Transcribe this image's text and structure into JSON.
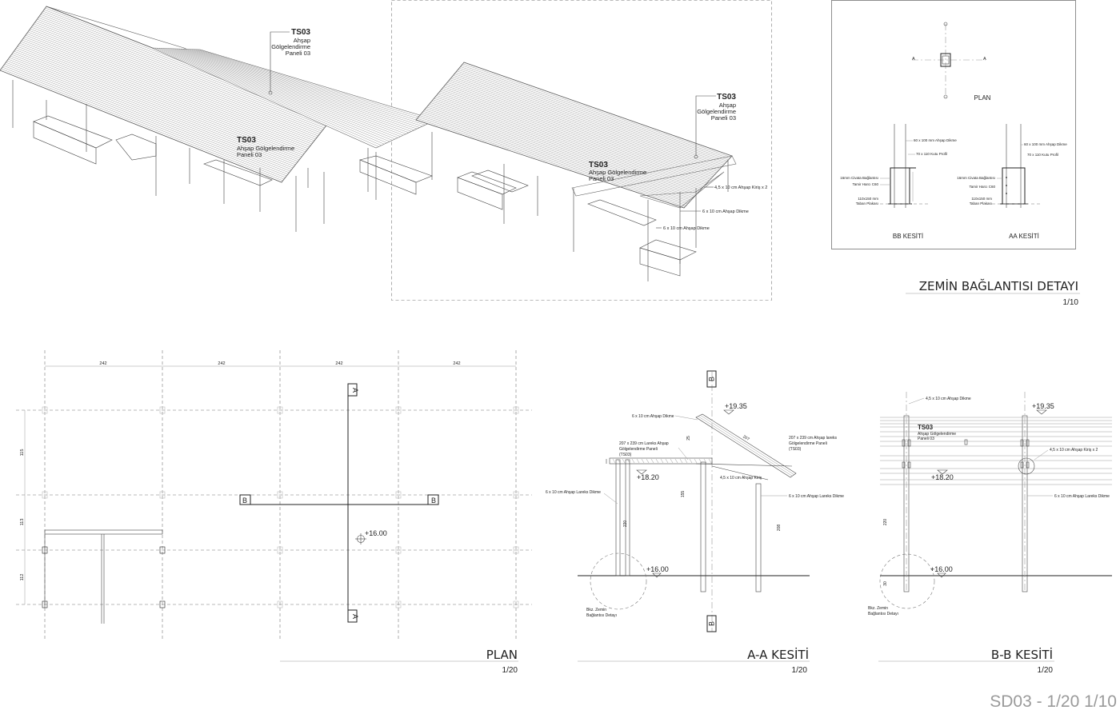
{
  "sheet": {
    "code": "SD03 -  1/20  1/10"
  },
  "perspective": {
    "labels": [
      {
        "code": "TS03",
        "lines": [
          "Ahşap",
          "Gölgelendirme",
          "Paneli 03"
        ]
      },
      {
        "code": "TS03",
        "lines": [
          "Ahşap Gölgelendirme",
          "Paneli 03"
        ]
      },
      {
        "code": "TS03",
        "lines": [
          "Ahşap",
          "Gölgelendirme",
          "Paneli 03"
        ]
      },
      {
        "code": "TS03",
        "lines": [
          "Ahşap Gölgelendirme",
          "Paneli 03"
        ]
      }
    ],
    "notes": [
      "4,5 x 10 cm Ahşap Kiriş x 2",
      "6 x 10 cm Ahşap Dikme",
      "6 x 10 cm Ahşap Dikme"
    ]
  },
  "detail": {
    "title": "ZEMİN BAĞLANTISI DETAYI",
    "scale": "1/10",
    "plan_label": "PLAN",
    "axis": "A",
    "bb": {
      "label": "BB KESİTİ",
      "notes": [
        "60 x 100 mm Ahşap Dikme",
        "70 x 110 Kutu Profil",
        "16mm Civata Bağlantısı",
        "Tamir Harcı C60",
        "110x150 mm",
        "Taban Plakası"
      ]
    },
    "aa": {
      "label": "AA KESİTİ",
      "notes": [
        "60 x 100 mm Ahşap Dikme",
        "70 x 110 Kutu Profil",
        "16mm Civata Bağlantısı",
        "Tamir Harcı C60",
        "110x150 mm",
        "Taban Plakası"
      ]
    }
  },
  "plan": {
    "title": "PLAN",
    "scale": "1/20",
    "dims_top": [
      "242",
      "242",
      "242",
      "242"
    ],
    "dims_left": [
      "115",
      "113",
      "112"
    ],
    "section_a": "A",
    "section_b": "B",
    "level": "+16.00"
  },
  "aa_section": {
    "title": "A-A KESİTİ",
    "scale": "1/20",
    "marker": "B",
    "level_top": "+19.35",
    "level_mid": "+18.20",
    "level_ground": "+16.00",
    "notes": {
      "post_top": "6 x 10 cm Ahşap Dikme",
      "panel_left": [
        "207 x 239 cm Lareks Ahşap",
        "Gölgelendirme Paneli",
        "(TS03)"
      ],
      "panel_right": [
        "207 x 239 cm Ahşap lareks",
        "Gölgelendirme Paneli",
        "(TS03)"
      ],
      "beam": "4,5 x 10 cm Ahşap Kiriş",
      "post_left": "6 x 10 cm Ahşap Lareks Dikme",
      "post_right": "6 x 10 cm Ahşap Lareks Dikme",
      "ref": [
        "Bkz. Zemin",
        "Bağlantısı Detayı"
      ]
    },
    "dims": [
      "220",
      "155",
      "208",
      "25",
      "207"
    ]
  },
  "bb_section": {
    "title": "B-B KESİTİ",
    "scale": "1/20",
    "level_top": "+19.35",
    "level_mid": "+18.20",
    "level_ground": "+16.00",
    "notes": {
      "post_top": "4,5 x 10 cm Ahşap Dikme",
      "panel": [
        "TS03",
        "Ahşap Gölgelendirme",
        "Paneli 03"
      ],
      "beam": "4,5 x 10 cm Ahşap Kiriş x 2",
      "post": "6 x 10 cm Ahşap Lareks Dikme",
      "ref": [
        "Bkz. Zemin",
        "Bağlantısı Detayı"
      ]
    },
    "dims": [
      "220",
      "30"
    ]
  }
}
